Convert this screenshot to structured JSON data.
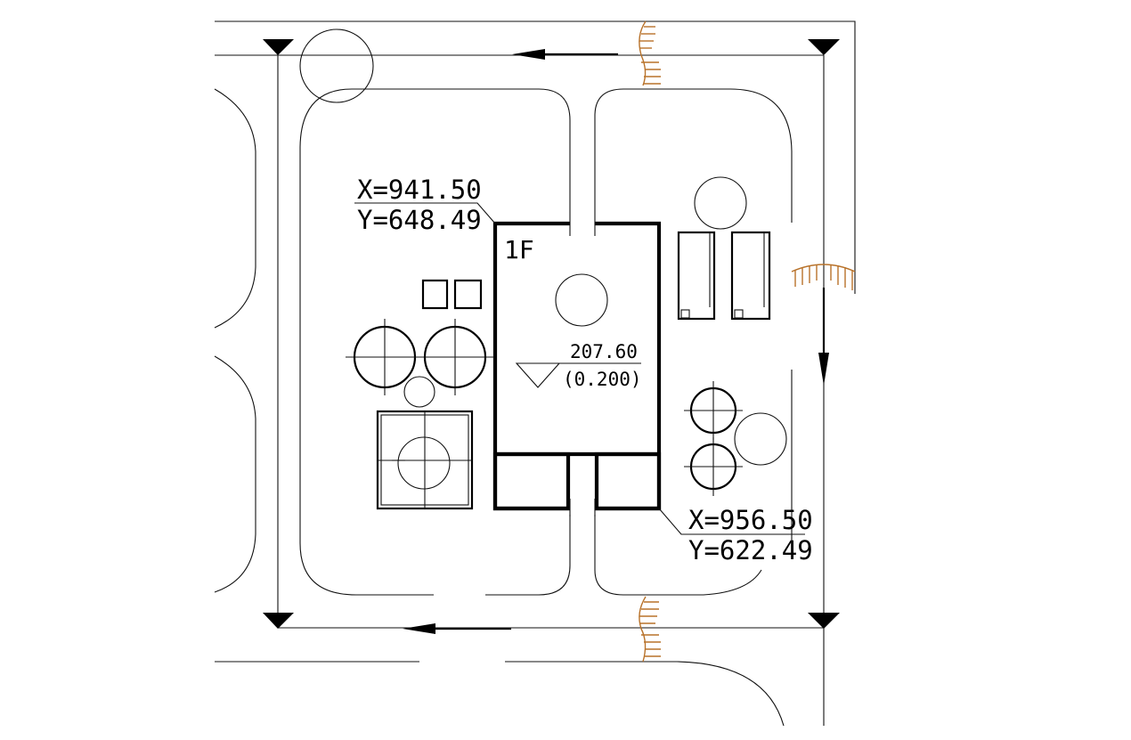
{
  "drawing": {
    "floor_label": "1F",
    "coord_top_left": {
      "x": "X=941.50",
      "y": "Y=648.49"
    },
    "coord_bottom_right": {
      "x": "X=956.50",
      "y": "Y=622.49"
    },
    "elevation": {
      "absolute": "207.60",
      "relative": "(0.200)"
    }
  },
  "colors": {
    "line": "#000000",
    "slope_marks": "#b8722a",
    "background": "#ffffff"
  },
  "icons": {
    "corner_marker": "triangle-down-icon",
    "flow_arrow": "arrow-icon",
    "elevation_marker": "elevation-triangle-icon"
  }
}
